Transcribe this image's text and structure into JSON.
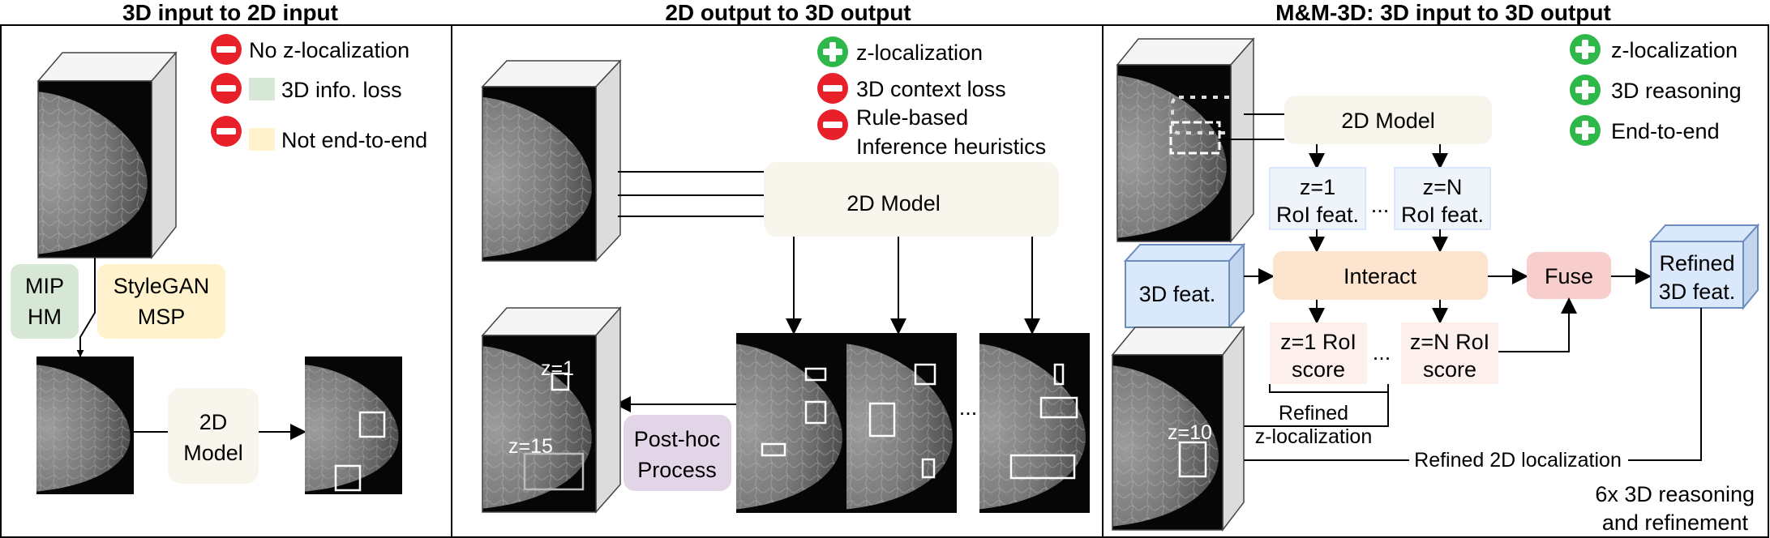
{
  "panels": [
    {
      "title": "3D input to 2D input",
      "points": [
        {
          "kind": "minus",
          "text": "No z-localization"
        },
        {
          "kind": "minus",
          "text": "3D info. loss"
        },
        {
          "kind": "minus",
          "text": "Not end-to-end"
        }
      ],
      "method_green": [
        "MIP",
        "HM"
      ],
      "method_yellow": [
        "StyleGAN",
        "MSP"
      ],
      "model": [
        "2D",
        "Model"
      ]
    },
    {
      "title": "2D output to 3D output",
      "points": [
        {
          "kind": "plus",
          "text": "z-localization"
        },
        {
          "kind": "minus",
          "text": "3D context loss"
        },
        {
          "kind": "minus",
          "text": "Rule-based"
        }
      ],
      "point_extra": "Inference heuristics",
      "model": "2D Model",
      "posthoc": [
        "Post-hoc",
        "Process"
      ],
      "z_first": "z=1",
      "z_last": "z=15",
      "ellipsis": "..."
    },
    {
      "title": "M&M-3D: 3D input to 3D output",
      "points": [
        {
          "kind": "plus",
          "text": "z-localization"
        },
        {
          "kind": "plus",
          "text": "3D reasoning"
        },
        {
          "kind": "plus",
          "text": "End-to-end"
        }
      ],
      "model": "2D Model",
      "roi_feat_1": [
        "z=1",
        "RoI feat."
      ],
      "roi_feat_n": [
        "z=N",
        "RoI feat."
      ],
      "feat3d": "3D feat.",
      "interact": "Interact",
      "fuse": "Fuse",
      "refined_feat": [
        "Refined",
        "3D feat."
      ],
      "roi_score_1": [
        "z=1 RoI",
        "score"
      ],
      "roi_score_n": [
        "z=N RoI",
        "score"
      ],
      "refined_z": [
        "Refined",
        "z-localization"
      ],
      "refined_2d": "Refined 2D localization",
      "z_label": "z=10",
      "repeat_note": [
        "6x 3D reasoning",
        "and refinement"
      ],
      "ellipsis": "..."
    }
  ],
  "colors": {
    "minus": "#e8202a",
    "plus": "#2eb84a",
    "green_box": "#d6e8d5",
    "yellow_box": "#fff2cc",
    "model_box": "#f8f6ec",
    "purple_box": "#e2d5e8",
    "interact_box": "#fde4cf",
    "fuse_box": "#f8cecc",
    "score_box": "#fdf0ed",
    "feat_box": "#eef4fa",
    "cube_blue": "#dae8fc",
    "cube_blue_edge": "#6c8ebf"
  }
}
